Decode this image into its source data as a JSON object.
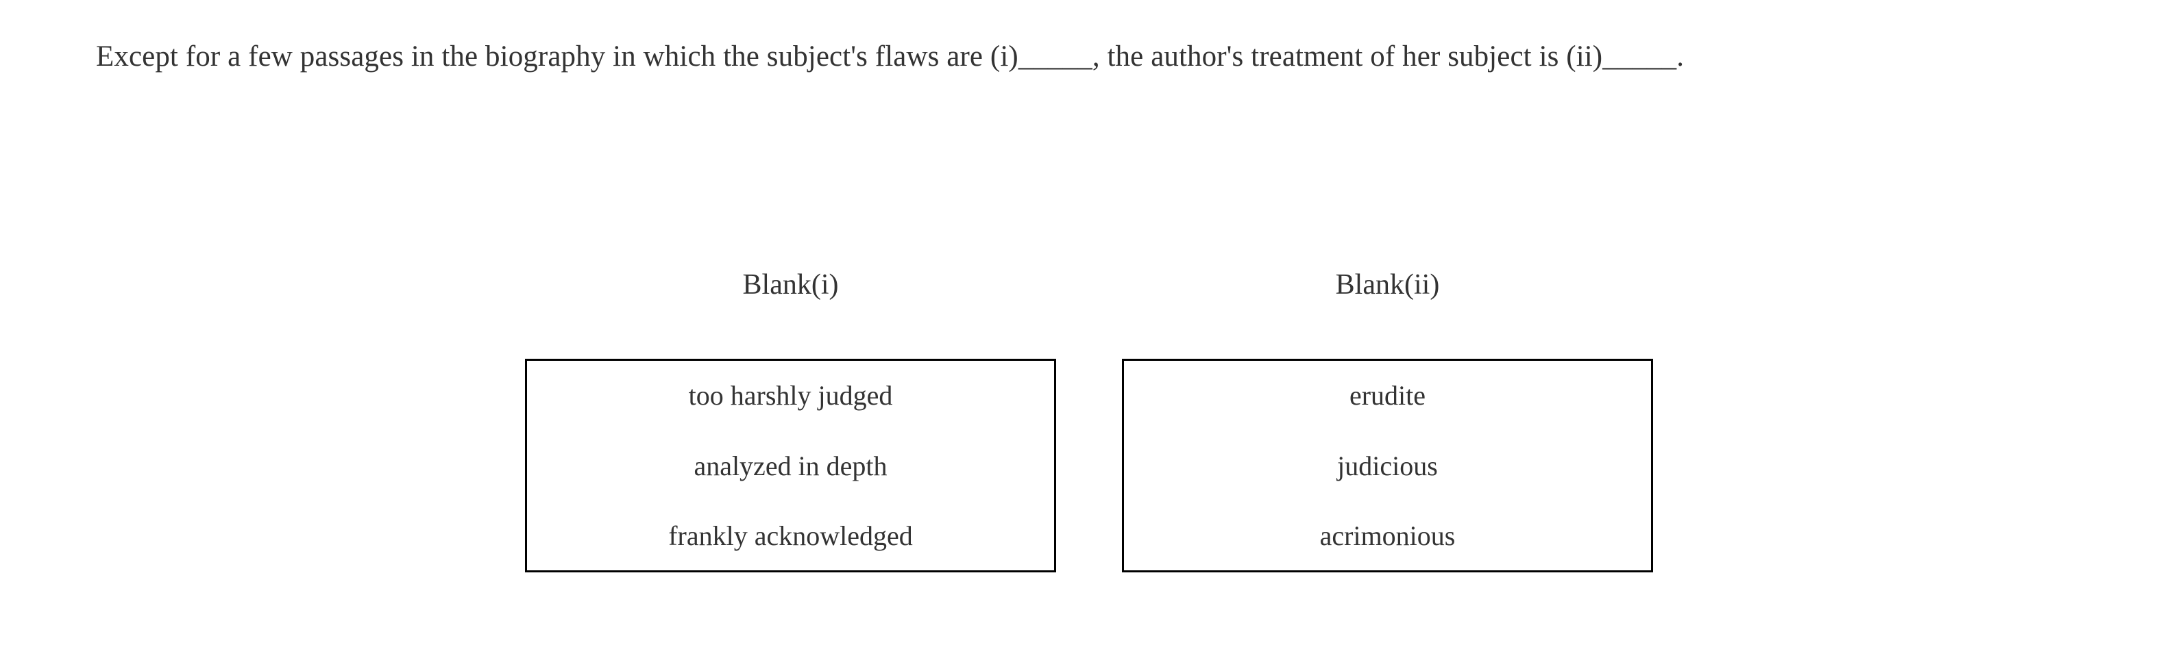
{
  "page": {
    "background_color": "#ffffff",
    "text_color": "#333333",
    "border_color": "#000000"
  },
  "question": {
    "stem_full": "Except for a few passages in the biography in which the subject's flaws are (i)_____, the author's treatment of her subject is (ii)_____.",
    "stem_part_1": "Except for a few passages in the biography in which the subject's flaws are (i)",
    "blank_1_marker": "_____",
    "stem_part_2": ", the author's treatment of her subject is (ii)",
    "blank_2_marker": "_____",
    "stem_part_3": "."
  },
  "blanks": [
    {
      "header": "Blank(i)",
      "options": [
        "too harshly judged",
        "analyzed in depth",
        "frankly acknowledged"
      ]
    },
    {
      "header": "Blank(ii)",
      "options": [
        "erudite",
        "judicious",
        "acrimonious"
      ]
    }
  ]
}
